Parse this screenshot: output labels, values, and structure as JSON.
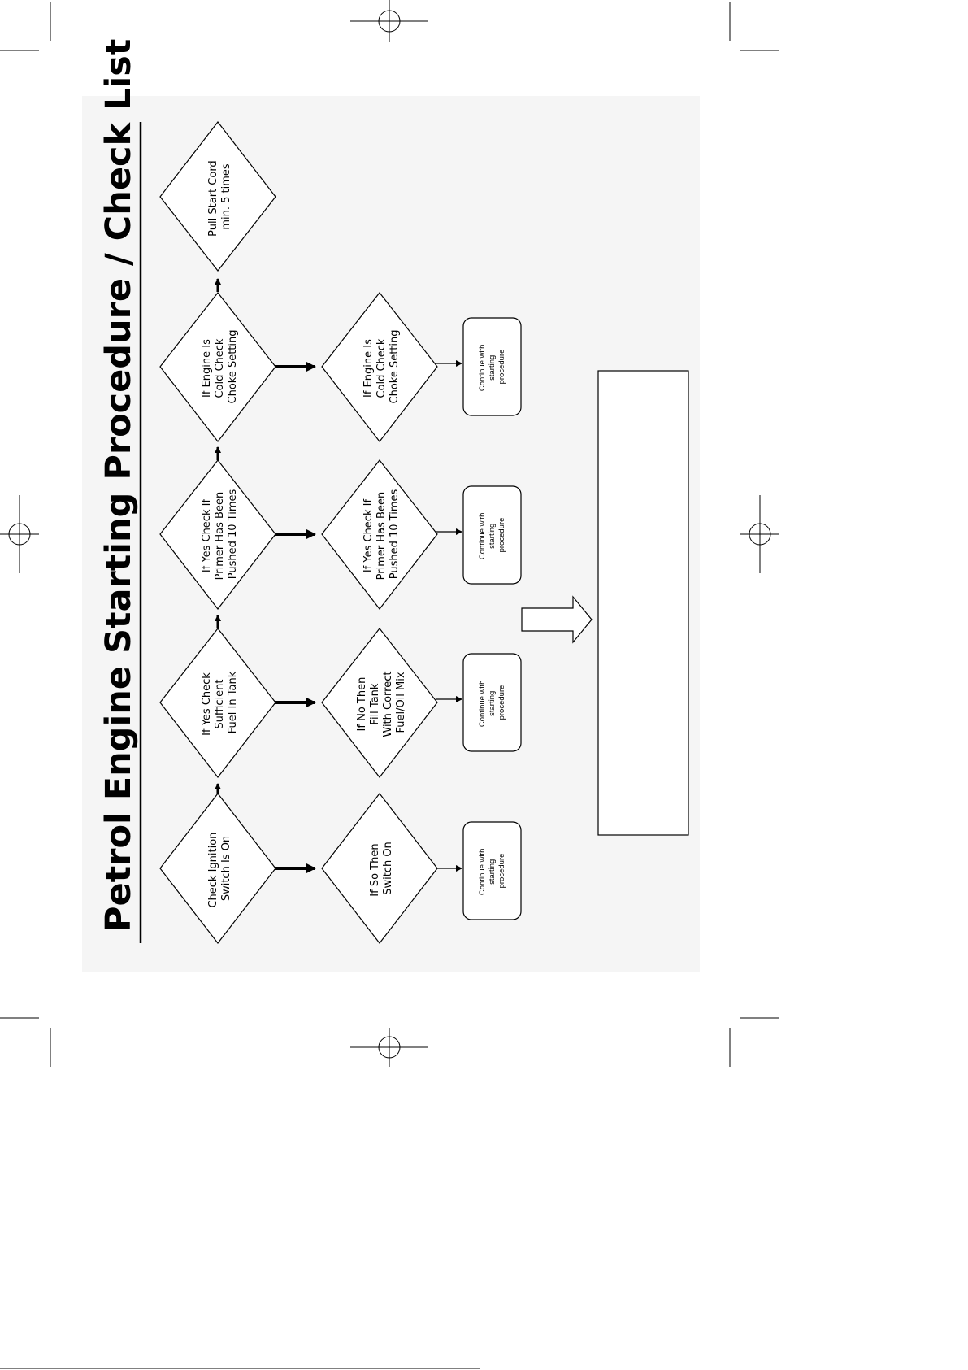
{
  "title": "Petrol Engine Starting Procedure / Check List",
  "checks": [
    {
      "lines": [
        "Check Ignition",
        "Switch Is On"
      ]
    },
    {
      "lines": [
        "If Yes Check",
        "Sufficient",
        "Fuel In Tank"
      ]
    },
    {
      "lines": [
        "If Yes Check If",
        "Primer Has Been",
        "Pushed 10 Times"
      ]
    },
    {
      "lines": [
        "If Engine Is",
        "Cold Check",
        "Choke Setting"
      ]
    },
    {
      "lines": [
        "Pull Start Cord",
        "min. 5 times"
      ]
    }
  ],
  "actions": [
    {
      "lines": [
        "If So Then",
        "Switch On"
      ]
    },
    {
      "lines": [
        "If No Then",
        "Fill Tank",
        "With Correct",
        "Fuel/Oil Mix"
      ]
    },
    {
      "lines": [
        "If Yes Check If",
        "Primer Has Been",
        "Pushed 10 Times"
      ]
    },
    {
      "lines": [
        "If Engine Is",
        "Cold Check",
        "Choke Setting"
      ]
    }
  ],
  "continue": [
    {
      "lines": [
        "Continue with",
        "starting",
        "procedure"
      ]
    },
    {
      "lines": [
        "Continue with",
        "starting",
        "procedure"
      ]
    },
    {
      "lines": [
        "Continue with",
        "starting",
        "procedure"
      ]
    },
    {
      "lines": [
        "Continue with",
        "starting",
        "procedure"
      ]
    }
  ],
  "note_box": {
    "text": ""
  },
  "colors": {
    "ink": "#000000",
    "panel": "#f5f5f5",
    "background": "#ffffff"
  }
}
